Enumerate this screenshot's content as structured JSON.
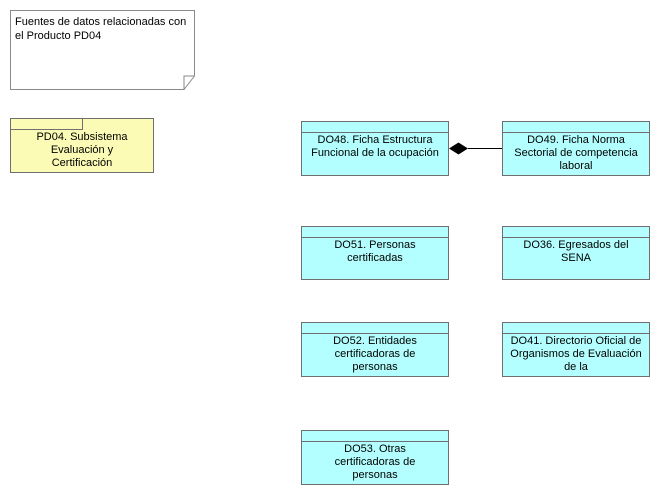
{
  "note": {
    "text": "Fuentes de datos relacionadas con el Producto PD04"
  },
  "package": {
    "label": "PD04. Subsistema Evaluación y Certificación"
  },
  "entities": {
    "do48": "DO48. Ficha Estructura Funcional de la ocupación",
    "do49": "DO49. Ficha Norma Sectorial de competencia laboral",
    "do51": "DO51. Personas certificadas",
    "do36": "DO36. Egresados del SENA",
    "do52": "DO52. Entidades certificadoras de personas",
    "do41": "DO41. Directorio Oficial de Organismos de Evaluación de la",
    "do53": "DO53. Otras certificadoras de personas"
  },
  "relations": [
    {
      "from": "do48",
      "to": "do49",
      "type": "composition"
    }
  ],
  "colors": {
    "package": "#fbfbb6",
    "entity": "#b3ffff",
    "border": "#6f6f6f"
  }
}
